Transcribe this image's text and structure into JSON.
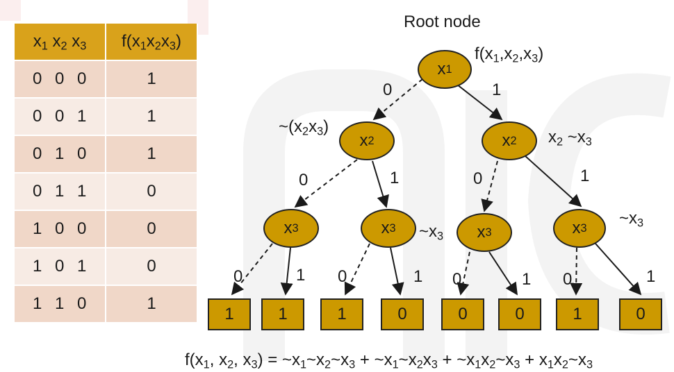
{
  "table": {
    "header": {
      "col1": "x1 x2 x3",
      "col2": "f(x1x2x3)"
    },
    "rows": [
      {
        "x1": "0",
        "x2": "0",
        "x3": "0",
        "f": "1"
      },
      {
        "x1": "0",
        "x2": "0",
        "x3": "1",
        "f": "1"
      },
      {
        "x1": "0",
        "x2": "1",
        "x3": "0",
        "f": "1"
      },
      {
        "x1": "0",
        "x2": "1",
        "x3": "1",
        "f": "0"
      },
      {
        "x1": "1",
        "x2": "0",
        "x3": "0",
        "f": "0"
      },
      {
        "x1": "1",
        "x2": "0",
        "x3": "1",
        "f": "0"
      },
      {
        "x1": "1",
        "x2": "1",
        "x3": "0",
        "f": "1"
      }
    ]
  },
  "tree": {
    "root_label": "Root node",
    "root": {
      "var": "x1",
      "sub": "1",
      "annotation": "f(x1,x2,x3)"
    },
    "left_x2": {
      "var": "x2",
      "annotation": "~(x2x3)"
    },
    "right_x2": {
      "var": "x2",
      "annotation": "x2 ~x3"
    },
    "x3_nodes": [
      {
        "var": "x3",
        "annotation": ""
      },
      {
        "var": "x3",
        "annotation": "~x3"
      },
      {
        "var": "x3",
        "annotation": ""
      },
      {
        "var": "x3",
        "annotation": "~x3"
      }
    ],
    "edge_zero": "0",
    "edge_one": "1",
    "leaves": [
      "1",
      "1",
      "1",
      "0",
      "0",
      "0",
      "1",
      "0"
    ]
  },
  "formula": "f(x1, x2, x3) = ~x1~x2~x3 + ~x1~x2x3 + ~x1x2~x3 + x1x2~x3",
  "colors": {
    "node_fill": "#cc9900",
    "header_fill": "#d9a21b",
    "row_odd": "#f0d7c8",
    "row_even": "#f7ebe4"
  }
}
